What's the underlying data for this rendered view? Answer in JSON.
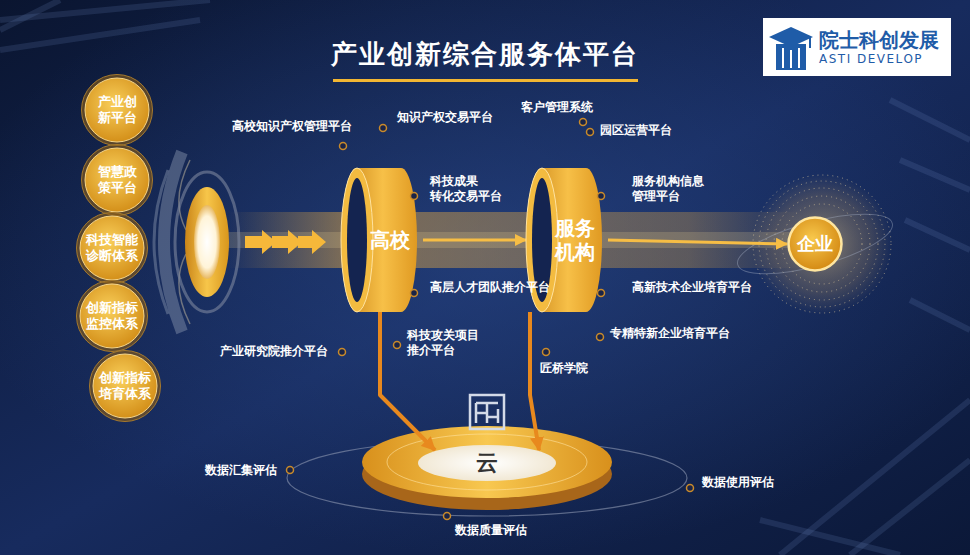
{
  "diagram": {
    "title": "产业创新综合服务体平台",
    "nodes": [
      {
        "text": [
          "产业创 新平台"
        ]
      },
      {
        "text": [
          "智慧政 策平台"
        ]
      },
      {
        "text": [
          "科技智能 诊断体系"
        ]
      },
      {
        "text": [
          "创新指标 监控体系"
        ]
      },
      {
        "text": [
          "创新指标 培育体系"
        ]
      },
      {
        "text": [
          "高校"
        ]
      },
      {
        "text": [
          "服务 机构"
        ]
      },
      {
        "text": [
          "企业"
        ]
      },
      {
        "text": [
          "云"
        ]
      },
      {
        "text": [
          "院士科创发展",
          "ASTI DEVELOP"
        ]
      }
    ],
    "edges": [
      {
        "from": 5,
        "to": 6,
        "arrow": "to"
      },
      {
        "from": 6,
        "to": 7,
        "arrow": "to"
      },
      {
        "from": 5,
        "to": 8,
        "arrow": "to"
      },
      {
        "from": 6,
        "to": 8,
        "arrow": "to"
      }
    ],
    "labels": [
      "客户管理系统",
      "知识产权交易平台",
      "高校知识产权管理平台",
      "园区运营平台",
      "科技成果 转化交易平台",
      "服务机构信息 管理平台",
      "高层人才团队推介平台",
      "高新技术企业培育平台",
      "专精特新企业培育平台",
      "科技攻关项目 推介平台",
      "产业研究院推介平台",
      "匠桥学院",
      "数据汇集评估",
      "数据使用评估",
      "数据质量评估"
    ]
  }
}
